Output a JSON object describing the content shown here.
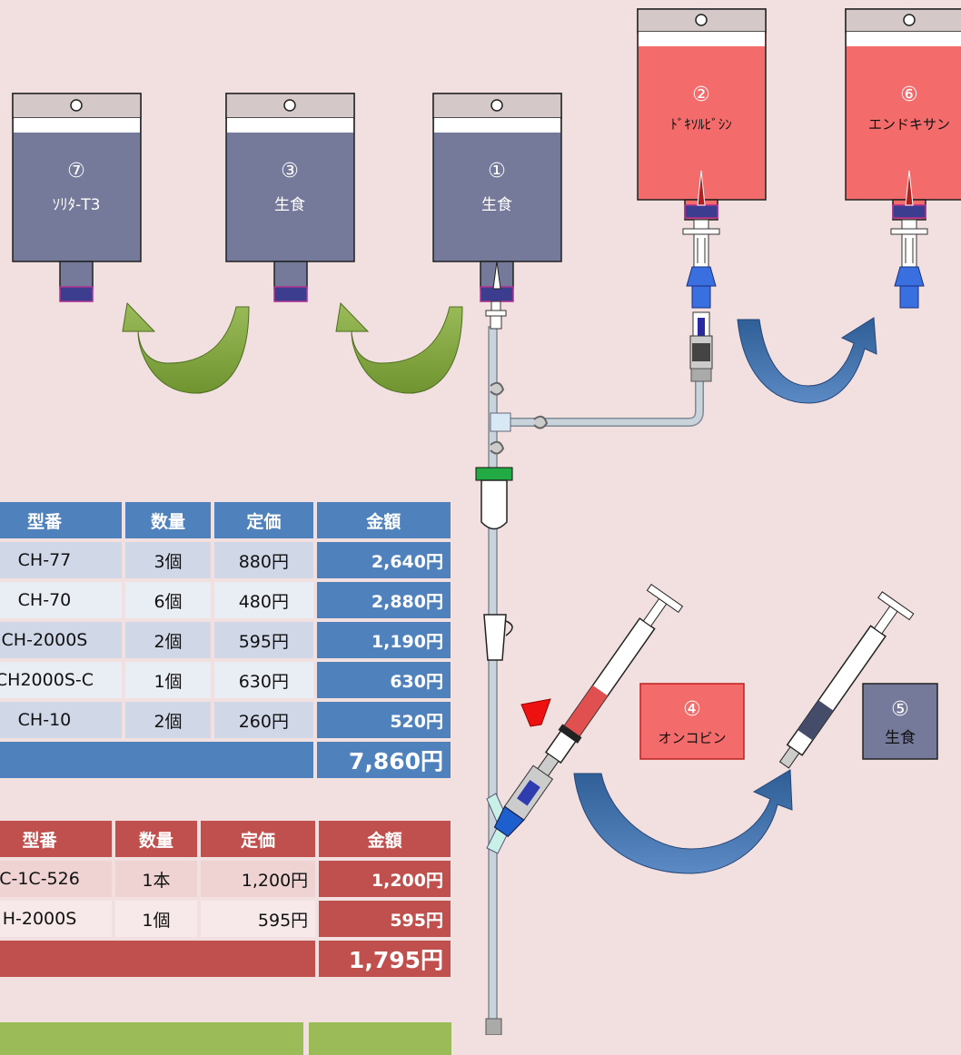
{
  "bags": {
    "b7": {
      "num": "⑦",
      "label": "ｿﾘﾀ-T3"
    },
    "b3": {
      "num": "③",
      "label": "生食"
    },
    "b1": {
      "num": "①",
      "label": "生食"
    },
    "b2": {
      "num": "②",
      "label": "ﾄﾞｷｿﾙﾋﾞｼﾝ"
    },
    "b6": {
      "num": "⑥",
      "label": "エンドキサン"
    }
  },
  "boxes": {
    "b4": {
      "num": "④",
      "label": "オンコビン"
    },
    "b5": {
      "num": "⑤",
      "label": "生食"
    }
  },
  "table_blue": {
    "headers": {
      "model": "型番",
      "qty": "数量",
      "price": "定価",
      "amount": "金額"
    },
    "rows": [
      {
        "model": "CH-77",
        "qty": "3個",
        "price": "880円",
        "amount": "2,640円"
      },
      {
        "model": "CH-70",
        "qty": "6個",
        "price": "480円",
        "amount": "2,880円"
      },
      {
        "model": "CH-2000S",
        "qty": "2個",
        "price": "595円",
        "amount": "1,190円"
      },
      {
        "model": "CH2000S-C",
        "qty": "1個",
        "price": "630円",
        "amount": "630円"
      },
      {
        "model": "CH-10",
        "qty": "2個",
        "price": "260円",
        "amount": "520円"
      }
    ],
    "total": "7,860円"
  },
  "table_red": {
    "headers": {
      "model": "型番",
      "qty": "数量",
      "price": "定価",
      "amount": "金額"
    },
    "rows": [
      {
        "model": "C-1C-526",
        "qty": "1本",
        "price": "1,200円",
        "amount": "1,200円"
      },
      {
        "model": "H-2000S",
        "qty": "1個",
        "price": "595円",
        "amount": "595円"
      }
    ],
    "total": "1,795円"
  },
  "colors": {
    "background": "#f2dfdf",
    "bag_gray": "#75799a",
    "bag_red": "#f36b6b",
    "table_blue": "#4f81bd",
    "table_red": "#c0504d",
    "arrow_green": "#7fa33a",
    "arrow_blue": "#3e6ea6"
  }
}
